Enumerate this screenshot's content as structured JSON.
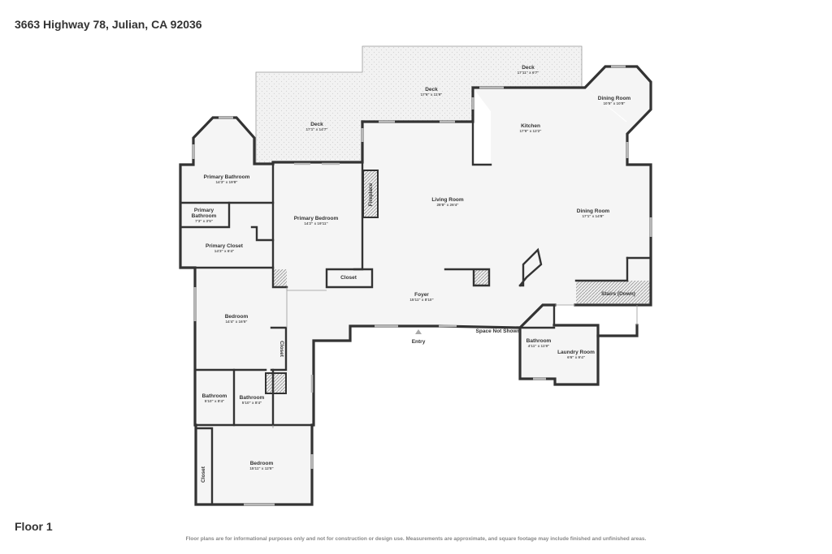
{
  "header": {
    "address": "3663 Highway 78, Julian, CA 92036"
  },
  "footer": {
    "floor": "Floor 1",
    "disclaimer": "Floor plans are for informational purposes only and not for construction or design use. Measurements are approximate, and square footage may include finished and unfinished areas."
  },
  "rooms": {
    "deck_left": {
      "name": "Deck",
      "dims": "17'1\" x 14'7\""
    },
    "deck_mid": {
      "name": "Deck",
      "dims": "17'6\" x 11'9\""
    },
    "deck_right": {
      "name": "Deck",
      "dims": "17'11\" x 6'7\""
    },
    "dining_room_bay": {
      "name": "Dining Room",
      "dims": "10'5\" x 10'8\""
    },
    "kitchen": {
      "name": "Kitchen",
      "dims": "17'9\" x 12'2\""
    },
    "living_room": {
      "name": "Living Room",
      "dims": "28'8\" x 26'4\""
    },
    "dining_room": {
      "name": "Dining Room",
      "dims": "17'1\" x 14'8\""
    },
    "primary_bathroom": {
      "name": "Primary Bathroom",
      "dims": "14'3\" x 19'8\""
    },
    "primary_bathroom_small": {
      "name_line1": "Primary",
      "name_line2": "Bathroom",
      "dims": "7'3\" x 3'5\""
    },
    "primary_closet": {
      "name": "Primary Closet",
      "dims": "14'3\" x 6'4\""
    },
    "primary_bedroom": {
      "name": "Primary Bedroom",
      "dims": "14'2\" x 19'11\""
    },
    "bedroom_1": {
      "name": "Bedroom",
      "dims": "14'4\" x 16'5\""
    },
    "bathroom_a": {
      "name": "Bathroom",
      "dims": "5'10\" x 8'4\""
    },
    "bathroom_b": {
      "name": "Bathroom",
      "dims": "5'10\" x 8'4\""
    },
    "bedroom_2": {
      "name": "Bedroom",
      "dims": "15'11\" x 12'8\""
    },
    "foyer": {
      "name": "Foyer",
      "dims": "15'11\" x 8'10\""
    },
    "bathroom_right": {
      "name": "Bathroom",
      "dims": "4'11\" x 11'9\""
    },
    "laundry_room": {
      "name": "Laundry Room",
      "dims": "6'6\" x 9'4\""
    }
  },
  "labels": {
    "fireplace": "Fireplace",
    "closet_center": "Closet",
    "closet_bedroom": "Closet",
    "closet_bottom": "Closet",
    "stairs": "Stairs (Down)",
    "space_not_shown": "Space Not Shown",
    "entry": "Entry"
  }
}
